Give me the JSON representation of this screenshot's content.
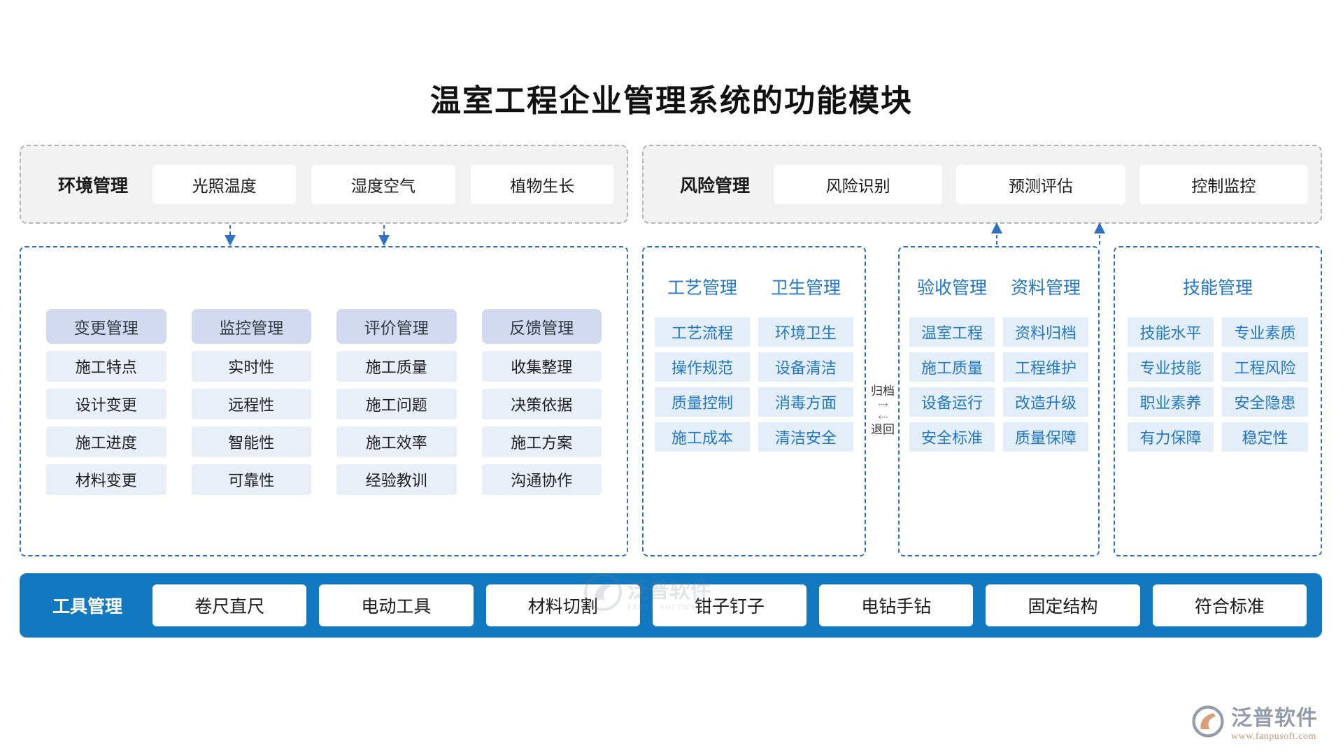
{
  "title": "温室工程企业管理系统的功能模块",
  "colors": {
    "toolbar_blue": "#1279c0",
    "panel_dash_blue": "#2f72c4",
    "band_grey": "#f2f2f2",
    "band_dash_grey": "#b5b5b5",
    "chip_light": "#e8eff8",
    "head_lavender": "#d3daef",
    "blue_text": "#2277c8"
  },
  "bands": [
    {
      "id": "environment",
      "title": "环境管理",
      "chips": [
        "光照温度",
        "湿度空气",
        "植物生长"
      ]
    },
    {
      "id": "risk",
      "title": "风险管理",
      "chips": [
        "风险识别",
        "预测评估",
        "控制监控"
      ]
    }
  ],
  "left_panel": {
    "columns": [
      {
        "head": "变更管理",
        "items": [
          "施工特点",
          "设计变更",
          "施工进度",
          "材料变更"
        ]
      },
      {
        "head": "监控管理",
        "items": [
          "实时性",
          "远程性",
          "智能性",
          "可靠性"
        ]
      },
      {
        "head": "评价管理",
        "items": [
          "施工质量",
          "施工问题",
          "施工效率",
          "经验教训"
        ]
      },
      {
        "head": "反馈管理",
        "items": [
          "收集整理",
          "决策依据",
          "施工方案",
          "沟通协作"
        ]
      }
    ]
  },
  "process_panel": {
    "columns": [
      {
        "head": "工艺管理",
        "items": [
          "工艺流程",
          "操作规范",
          "质量控制",
          "施工成本"
        ]
      },
      {
        "head": "卫生管理",
        "items": [
          "环境卫生",
          "设备清洁",
          "消毒方面",
          "清洁安全"
        ]
      }
    ]
  },
  "gate": {
    "forward_label": "归档",
    "forward_arrow": "⇢",
    "back_arrow": "⇠",
    "back_label": "退回"
  },
  "acceptance_panel": {
    "columns": [
      {
        "head": "验收管理",
        "items": [
          "温室工程",
          "施工质量",
          "设备运行",
          "安全标准"
        ]
      },
      {
        "head": "资料管理",
        "items": [
          "资料归档",
          "工程维护",
          "改造升级",
          "质量保障"
        ]
      }
    ]
  },
  "skill_panel": {
    "head": "技能管理",
    "columns": [
      {
        "items": [
          "技能水平",
          "专业技能",
          "职业素养",
          "有力保障"
        ]
      },
      {
        "items": [
          "专业素质",
          "工程风险",
          "安全隐患",
          "稳定性"
        ]
      }
    ]
  },
  "toolbar": {
    "title": "工具管理",
    "chips": [
      "卷尺直尺",
      "电动工具",
      "材料切割",
      "钳子钉子",
      "电钻手钻",
      "固定结构",
      "符合标准"
    ]
  },
  "watermarks": {
    "center_text": "泛普软件",
    "center_sub": "FANPU SOFTWARE",
    "logo_name": "泛普软件",
    "logo_url": "www.fanpusoft.com"
  }
}
